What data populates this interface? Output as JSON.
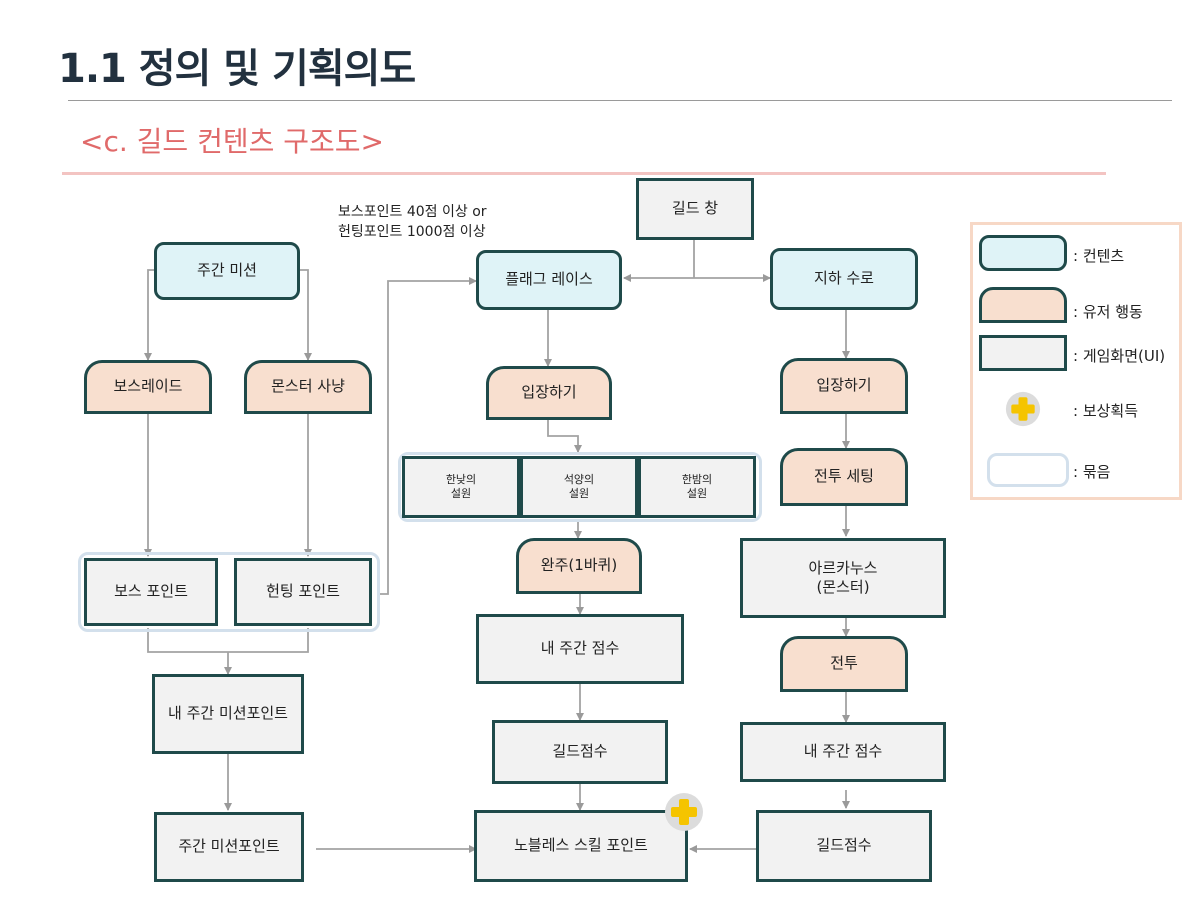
{
  "header": {
    "title": "1.1 정의 및 기획의도",
    "subtitle": "<c. 길드 컨텐츠 구조도>"
  },
  "note": "보스포인트 40점 이상 or\n헌팅포인트 1000점 이상",
  "nodes": {
    "guild_window": "길드 창",
    "weekly_mission": "주간 미션",
    "flag_race": "플래그 레이스",
    "underground": "지하 수로",
    "boss_raid": "보스레이드",
    "monster_hunt": "몬스터 사냥",
    "enter1": "입장하기",
    "enter2": "입장하기",
    "bright_day": "한낮의\n설원",
    "sunset": "석양의\n설원",
    "night": "한밤의\n설원",
    "battle_setting": "전투 세팅",
    "complete": "완주(1바퀴)",
    "arcanus": "아르카누스\n(몬스터)",
    "boss_point": "보스 포인트",
    "hunting_point": "헌팅 포인트",
    "my_weekly_score1": "내 주간 점수",
    "battle": "전투",
    "my_mission_point": "내 주간 미션포인트",
    "guild_score1": "길드점수",
    "my_weekly_score2": "내 주간 점수",
    "weekly_mission_point": "주간 미션포인트",
    "noblesse": "노블레스 스킬 포인트",
    "guild_score2": "길드점수"
  },
  "legend": {
    "content": ": 컨텐츠",
    "user_action": ": 유저 행동",
    "game_screen": ": 게임화면(UI)",
    "reward": ": 보상획득",
    "group": ": 묶음"
  },
  "colors": {
    "content_fill": "#dff3f7",
    "action_fill": "#f8dfcf",
    "ui_fill": "#f2f2f2",
    "border": "#1f4a4a",
    "group_border": "#d3e0ec",
    "reward": "#f5c400",
    "accent_title": "#e06a6a"
  },
  "icons": {
    "reward": "plus-icon"
  }
}
